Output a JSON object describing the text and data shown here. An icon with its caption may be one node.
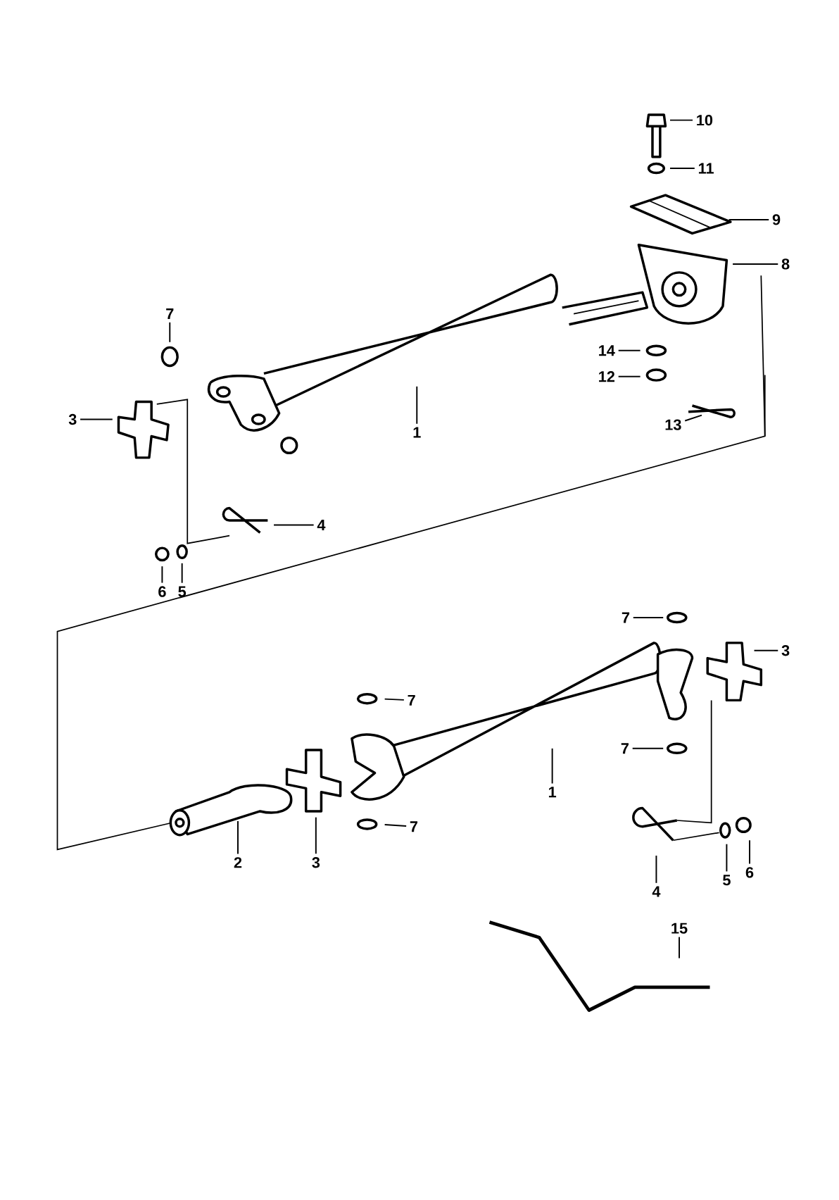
{
  "diagram": {
    "nodes": [
      {
        "text": [
          "10"
        ]
      },
      {
        "text": [
          "11"
        ]
      },
      {
        "text": [
          "9"
        ]
      },
      {
        "text": [
          "8"
        ]
      },
      {
        "text": [
          "7"
        ]
      },
      {
        "text": [
          "14"
        ]
      },
      {
        "text": [
          "12"
        ]
      },
      {
        "text": [
          "3"
        ]
      },
      {
        "text": [
          "13"
        ]
      },
      {
        "text": [
          "1"
        ]
      },
      {
        "text": [
          "4"
        ]
      },
      {
        "text": [
          "6"
        ]
      },
      {
        "text": [
          "5"
        ]
      },
      {
        "text": [
          "7"
        ]
      },
      {
        "text": [
          "3"
        ]
      },
      {
        "text": [
          "7"
        ]
      },
      {
        "text": [
          "7"
        ]
      },
      {
        "text": [
          "1"
        ]
      },
      {
        "text": [
          "7"
        ]
      },
      {
        "text": [
          "2"
        ]
      },
      {
        "text": [
          "3"
        ]
      },
      {
        "text": [
          "4"
        ]
      },
      {
        "text": [
          "5"
        ]
      },
      {
        "text": [
          "6"
        ]
      },
      {
        "text": [
          "15"
        ]
      }
    ],
    "edges": [
      {
        "from": 0,
        "to": null,
        "arrow": "none"
      },
      {
        "from": 1,
        "to": null,
        "arrow": "none"
      },
      {
        "from": 2,
        "to": null,
        "arrow": "none"
      },
      {
        "from": 3,
        "to": null,
        "arrow": "none"
      },
      {
        "from": 4,
        "to": null,
        "arrow": "none"
      },
      {
        "from": 5,
        "to": null,
        "arrow": "none"
      },
      {
        "from": 6,
        "to": null,
        "arrow": "none"
      },
      {
        "from": 7,
        "to": null,
        "arrow": "none"
      },
      {
        "from": 8,
        "to": null,
        "arrow": "none"
      },
      {
        "from": 9,
        "to": null,
        "arrow": "none"
      },
      {
        "from": 10,
        "to": null,
        "arrow": "none"
      },
      {
        "from": 11,
        "to": null,
        "arrow": "none"
      },
      {
        "from": 12,
        "to": null,
        "arrow": "none"
      },
      {
        "from": 13,
        "to": null,
        "arrow": "none"
      },
      {
        "from": 14,
        "to": null,
        "arrow": "none"
      },
      {
        "from": 15,
        "to": null,
        "arrow": "none"
      },
      {
        "from": 16,
        "to": null,
        "arrow": "none"
      },
      {
        "from": 17,
        "to": null,
        "arrow": "none"
      },
      {
        "from": 18,
        "to": null,
        "arrow": "none"
      },
      {
        "from": 19,
        "to": null,
        "arrow": "none"
      },
      {
        "from": 20,
        "to": null,
        "arrow": "none"
      },
      {
        "from": 21,
        "to": null,
        "arrow": "none"
      },
      {
        "from": 22,
        "to": null,
        "arrow": "none"
      },
      {
        "from": 23,
        "to": null,
        "arrow": "none"
      },
      {
        "from": 24,
        "to": null,
        "arrow": "none"
      }
    ]
  }
}
